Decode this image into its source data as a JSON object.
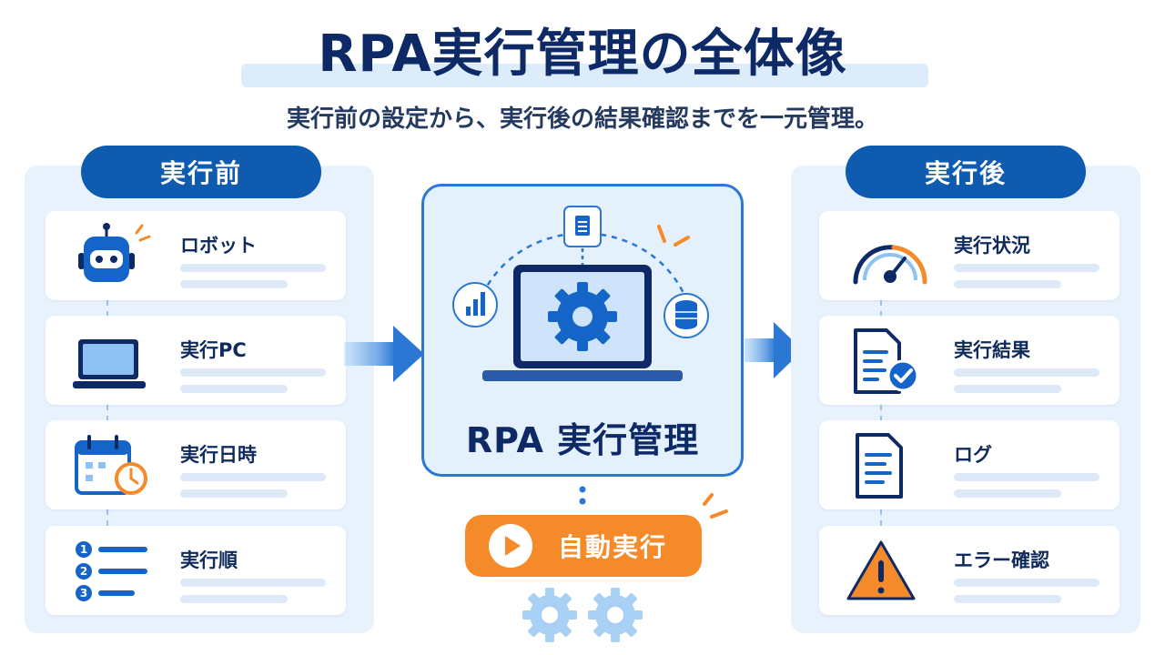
{
  "header": {
    "title": "RPA実行管理の全体像",
    "subtitle": "実行前の設定から、実行後の結果確認までを一元管理。"
  },
  "before": {
    "heading": "実行前",
    "items": [
      {
        "label": "ロボット",
        "icon": "robot-icon"
      },
      {
        "label": "実行PC",
        "icon": "laptop-icon"
      },
      {
        "label": "実行日時",
        "icon": "calendar-clock-icon"
      },
      {
        "label": "実行順",
        "icon": "numbered-list-icon"
      }
    ]
  },
  "center": {
    "label": "RPA 実行管理",
    "icons": [
      "gear-icon",
      "document-icon",
      "bar-chart-icon",
      "database-icon",
      "laptop-icon"
    ]
  },
  "auto_run": {
    "label": "自動実行",
    "icon": "play-icon"
  },
  "after": {
    "heading": "実行後",
    "items": [
      {
        "label": "実行状況",
        "icon": "gauge-icon"
      },
      {
        "label": "実行結果",
        "icon": "document-check-icon"
      },
      {
        "label": "ログ",
        "icon": "log-document-icon"
      },
      {
        "label": "エラー確認",
        "icon": "warning-icon"
      }
    ]
  },
  "colors": {
    "navy": "#0d2a66",
    "blue": "#0e5bb0",
    "accent_blue": "#2a78d4",
    "orange": "#f48a2a",
    "panel_bg": "#e8f2fc"
  }
}
